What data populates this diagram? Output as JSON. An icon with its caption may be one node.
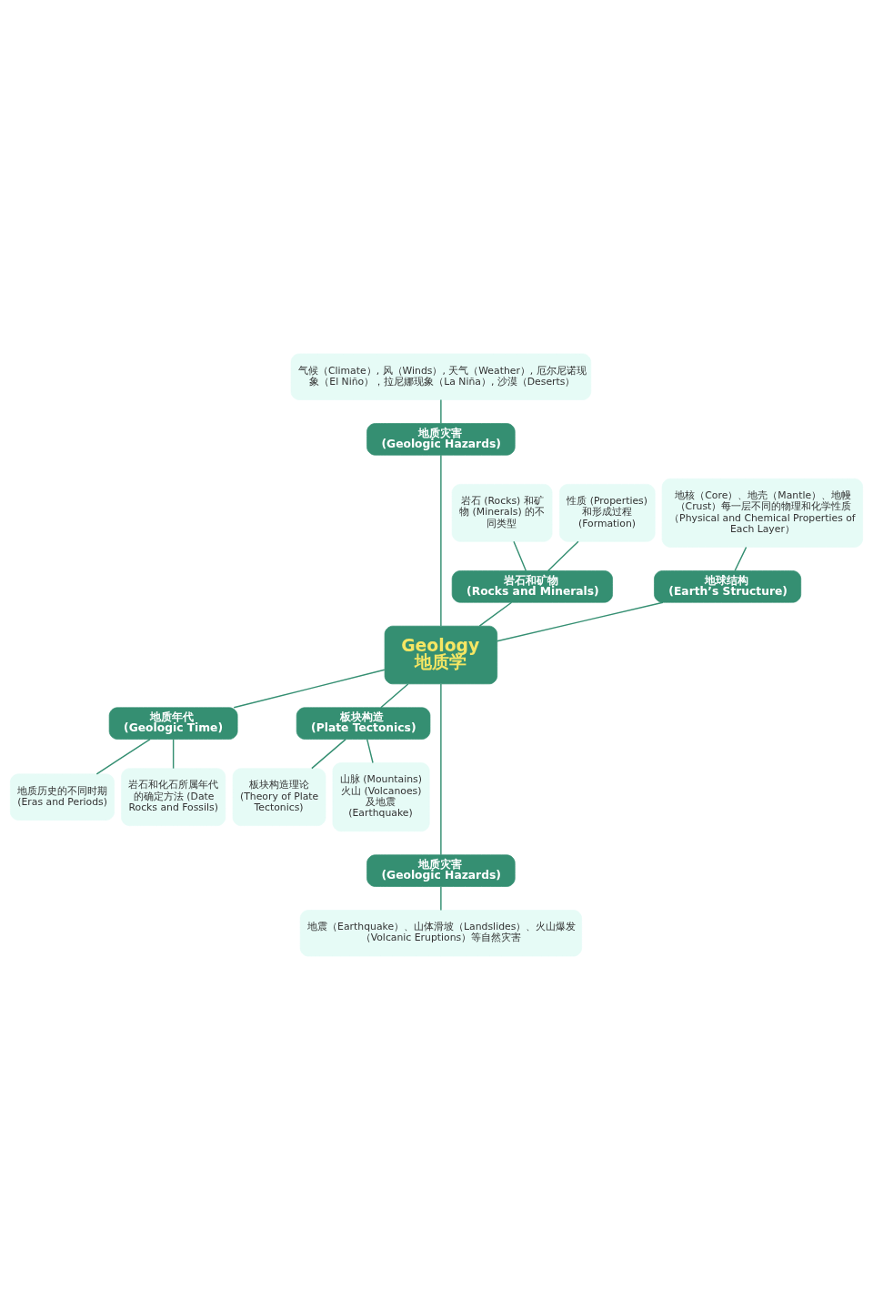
{
  "diagram": {
    "nodes": [
      {
        "text": [
          "气候（Climate）, 风（Winds）, 天气（Weather）, 厄尔尼诺现象（El Niño），拉尼娜现象（La Niña）, 沙漠（Deserts）"
        ]
      },
      {
        "text": [
          "地质灾害 (Geologic Hazards)"
        ]
      },
      {
        "text": [
          "岩石 (Rocks) 和矿物 (Minerals) 的不同类型"
        ]
      },
      {
        "text": [
          "性质 (Properties) 和形成过程 (Formation)"
        ]
      },
      {
        "text": [
          "地核（Core）、地壳（Mantle）、地幔（Crust）每一层不同的物理和化学性质（Physical and Chemical Properties of Each Layer）"
        ]
      },
      {
        "text": [
          "岩石和矿物 (Rocks and Minerals)"
        ]
      },
      {
        "text": [
          "地球结构 (Earth’s Structure)"
        ]
      },
      {
        "text": [
          "Geology",
          "地质学"
        ]
      },
      {
        "text": [
          "地质年代 (Geologic Time)"
        ]
      },
      {
        "text": [
          "板块构造 (Plate Tectonics)"
        ]
      },
      {
        "text": [
          "地质历史的不同时期 (Eras and Periods)"
        ]
      },
      {
        "text": [
          "岩石和化石所属年代的确定方法 (Date Rocks and Fossils)"
        ]
      },
      {
        "text": [
          "板块构造理论 (Theory of Plate Tectonics)"
        ]
      },
      {
        "text": [
          "山脉 (Mountains) 火山 (Volcanoes) 及地震 (Earthquake)"
        ]
      },
      {
        "text": [
          "地质灾害 (Geologic Hazards)"
        ]
      },
      {
        "text": [
          "地震（Earthquake）、山体滑坡（Landslides）、火山爆发（Volcanic Eruptions）等自然灾害"
        ]
      }
    ],
    "edges": [
      {
        "from": 0,
        "to": 1,
        "arrow": "none"
      },
      {
        "from": 1,
        "to": 7,
        "arrow": "none"
      },
      {
        "from": 2,
        "to": 5,
        "arrow": "none"
      },
      {
        "from": 3,
        "to": 5,
        "arrow": "none"
      },
      {
        "from": 4,
        "to": 6,
        "arrow": "none"
      },
      {
        "from": 5,
        "to": 7,
        "arrow": "none"
      },
      {
        "from": 6,
        "to": 7,
        "arrow": "none"
      },
      {
        "from": 7,
        "to": 8,
        "arrow": "none"
      },
      {
        "from": 7,
        "to": 9,
        "arrow": "none"
      },
      {
        "from": 8,
        "to": 10,
        "arrow": "none"
      },
      {
        "from": 8,
        "to": 11,
        "arrow": "none"
      },
      {
        "from": 9,
        "to": 12,
        "arrow": "none"
      },
      {
        "from": 9,
        "to": 13,
        "arrow": "none"
      },
      {
        "from": 7,
        "to": 14,
        "arrow": "none"
      },
      {
        "from": 14,
        "to": 15,
        "arrow": "none"
      }
    ]
  }
}
